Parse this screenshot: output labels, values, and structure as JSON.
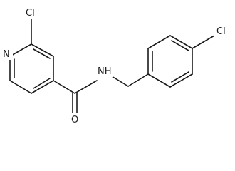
{
  "molecule": {
    "atoms": [
      {
        "id": "cl1",
        "symbol": "Cl"
      },
      {
        "id": "n_pyridine",
        "symbol": "N"
      },
      {
        "id": "o_carbonyl",
        "symbol": "O"
      },
      {
        "id": "nh_amide",
        "symbol": "NH"
      },
      {
        "id": "cl2",
        "symbol": "Cl"
      }
    ]
  }
}
